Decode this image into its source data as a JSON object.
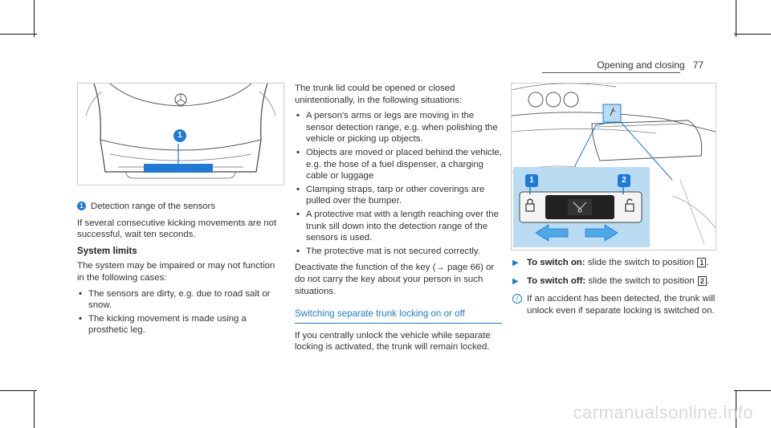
{
  "header": {
    "section": "Opening and closing",
    "page": "77"
  },
  "figure_left": {
    "badge": "1"
  },
  "left": {
    "legend": {
      "num": "1",
      "text": "Detection range of the sensors"
    },
    "intro": "If several consecutive kicking movements are not successful, wait ten seconds.",
    "limits_title": "System limits",
    "limits_intro": "The system may be impaired or may not function in the following cases:",
    "limits_items": [
      "The sensors are dirty, e.g. due to road salt or snow.",
      "The kicking movement is made using a prosthetic leg."
    ]
  },
  "middle": {
    "intro": "The trunk lid could be opened or closed unintentionally, in the following situations:",
    "items": [
      "A person's arms or legs are moving in the sensor detection range, e.g. when polishing the vehicle or picking up objects.",
      "Objects are moved or placed behind the vehicle, e.g. the hose of a fuel dispenser, a charging cable or luggage",
      "Clamping straps, tarp or other coverings are pulled over the bumper.",
      "A protective mat with a length reaching over the trunk sill down into the detection range of the sensors is used.",
      "The protective mat is not secured correctly."
    ],
    "deactivate": "Deactivate the function of the key (→ page 66) or do not carry the key about your person in such situations.",
    "section_title": "Switching separate trunk locking on or off",
    "section_text": "If you centrally unlock the vehicle while separate locking is activated, the trunk will remain locked."
  },
  "figure_right": {
    "badge1": "1",
    "badge2": "2"
  },
  "right": {
    "step_on_label": "To switch on:",
    "step_on_text": "slide the switch to position",
    "step_on_key": "1",
    "step_off_label": "To switch off:",
    "step_off_text": "slide the switch to position",
    "step_off_key": "2",
    "note": "If an accident has been detected, the trunk will unlock even if separate locking is switched on."
  },
  "watermark": "carmanualsonline.info",
  "colors": {
    "accent": "#1a7ec8",
    "badge": "#1e7ad6",
    "panel": "#b9dcf2"
  }
}
